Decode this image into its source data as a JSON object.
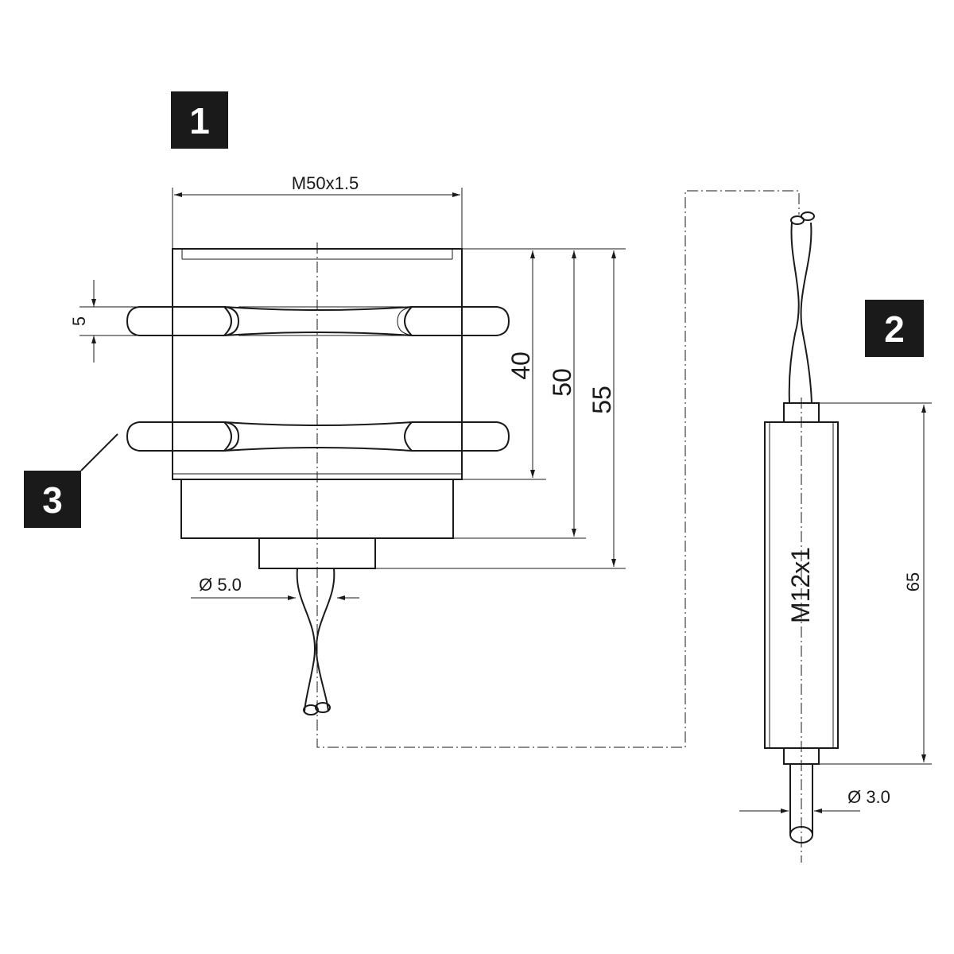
{
  "badges": {
    "one": "1",
    "two": "2",
    "three": "3"
  },
  "dimensions": {
    "thread_main": "M50x1.5",
    "nut_thickness": "5",
    "length_40": "40",
    "length_50": "50",
    "length_55": "55",
    "cable_diameter": "Ø 5.0",
    "connector_thread": "M12x1",
    "connector_length": "65",
    "connector_cable_diameter": "Ø 3.0"
  },
  "colors": {
    "line": "#1a1a1a",
    "badge": "#1a1a1a",
    "background": "#ffffff"
  }
}
